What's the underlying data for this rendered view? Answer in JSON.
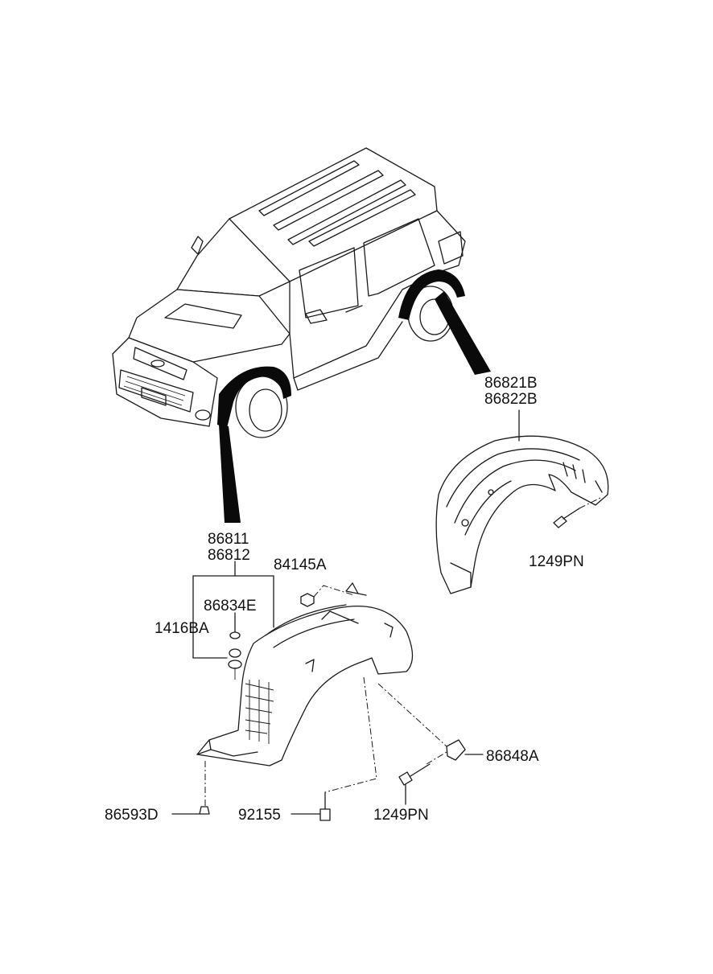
{
  "labels": {
    "rear_liner_lh": "86821B",
    "rear_liner_rh": "86822B",
    "rear_screw": "1249PN",
    "front_liner_lh": "86811",
    "front_liner_rh": "86812",
    "nut": "84145A",
    "front_clip": "86834E",
    "front_grommet": "1416BA",
    "lower_clip": "86593D",
    "bolt": "92155",
    "front_screw": "1249PN",
    "retainer": "86848A"
  }
}
